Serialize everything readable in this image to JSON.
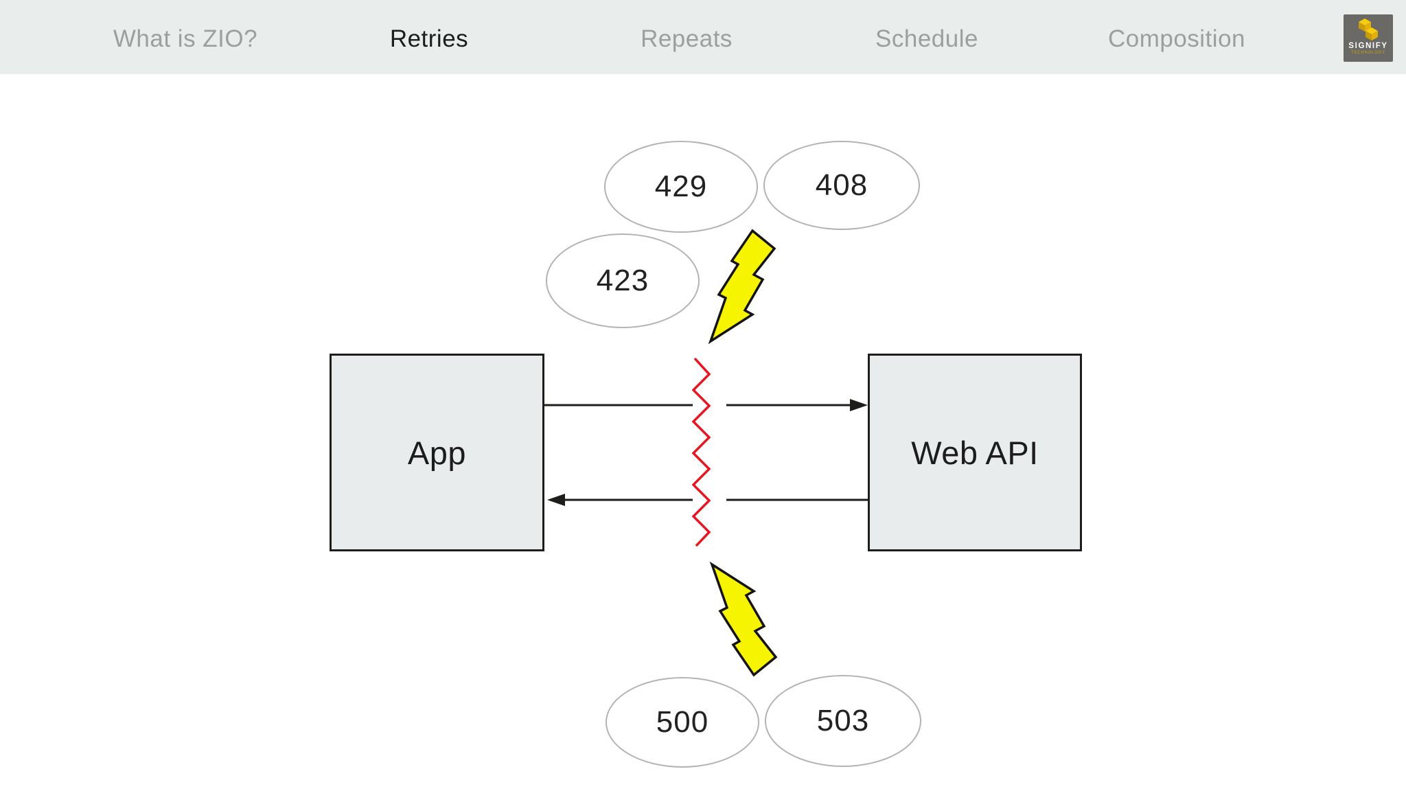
{
  "nav": {
    "items": [
      {
        "label": "What is ZIO?",
        "active": false
      },
      {
        "label": "Retries",
        "active": true
      },
      {
        "label": "Repeats",
        "active": false
      },
      {
        "label": "Schedule",
        "active": false
      },
      {
        "label": "Composition",
        "active": false
      }
    ],
    "logo": {
      "name": "SIGNIFY",
      "subtitle": "TECHNOLOGY"
    }
  },
  "diagram": {
    "app_label": "App",
    "api_label": "Web API",
    "codes": [
      "429",
      "408",
      "423",
      "500",
      "503"
    ],
    "colors": {
      "nav_bg": "#e9edec",
      "nav_active_text": "#1b1e1d",
      "nav_inactive_text": "#9ba09e",
      "box_fill": "#e9ecec",
      "box_border": "#1d1d1b",
      "ellipse_border": "#b3b3b3",
      "arrow_black": "#1d1d1b",
      "zigzag_red": "#e81520",
      "bolt_yellow": "#f7f400",
      "logo_bg": "#6b6965",
      "logo_yellow": "#eebe10"
    }
  }
}
